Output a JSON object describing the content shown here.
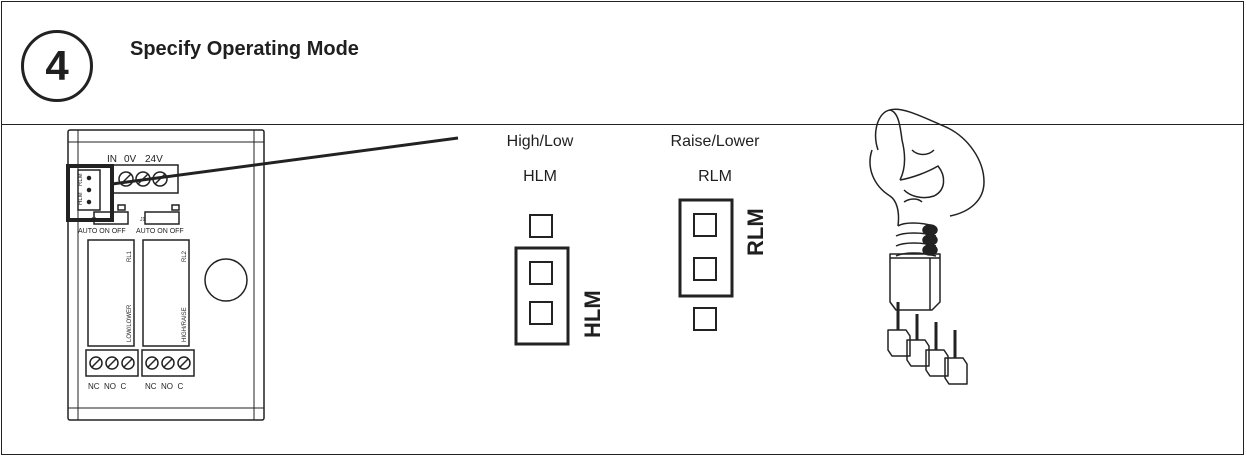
{
  "step": {
    "number": "4",
    "title": "Specify Operating Mode"
  },
  "board": {
    "terminal_labels": [
      "IN",
      "0V",
      "24V"
    ],
    "jumper_labels": [
      "HLM",
      "RLM"
    ],
    "j2_label": "J2",
    "j1_label": "J1",
    "switch_left": "AUTO ON OFF",
    "switch_right": "AUTO ON OFF",
    "relay1_id": "RL1",
    "relay2_id": "RL2",
    "relay1_mode": "LOW/LOWER",
    "relay2_mode": "HIGH/RAISE",
    "output_left": "NC  NO  C",
    "output_right": "NC  NO  C"
  },
  "options": [
    {
      "mode": "High/Low",
      "code": "HLM",
      "jumper_label": "HLM"
    },
    {
      "mode": "Raise/Lower",
      "code": "RLM",
      "jumper_label": "RLM"
    }
  ],
  "colors": {
    "line": "#222222",
    "background": "#ffffff"
  }
}
